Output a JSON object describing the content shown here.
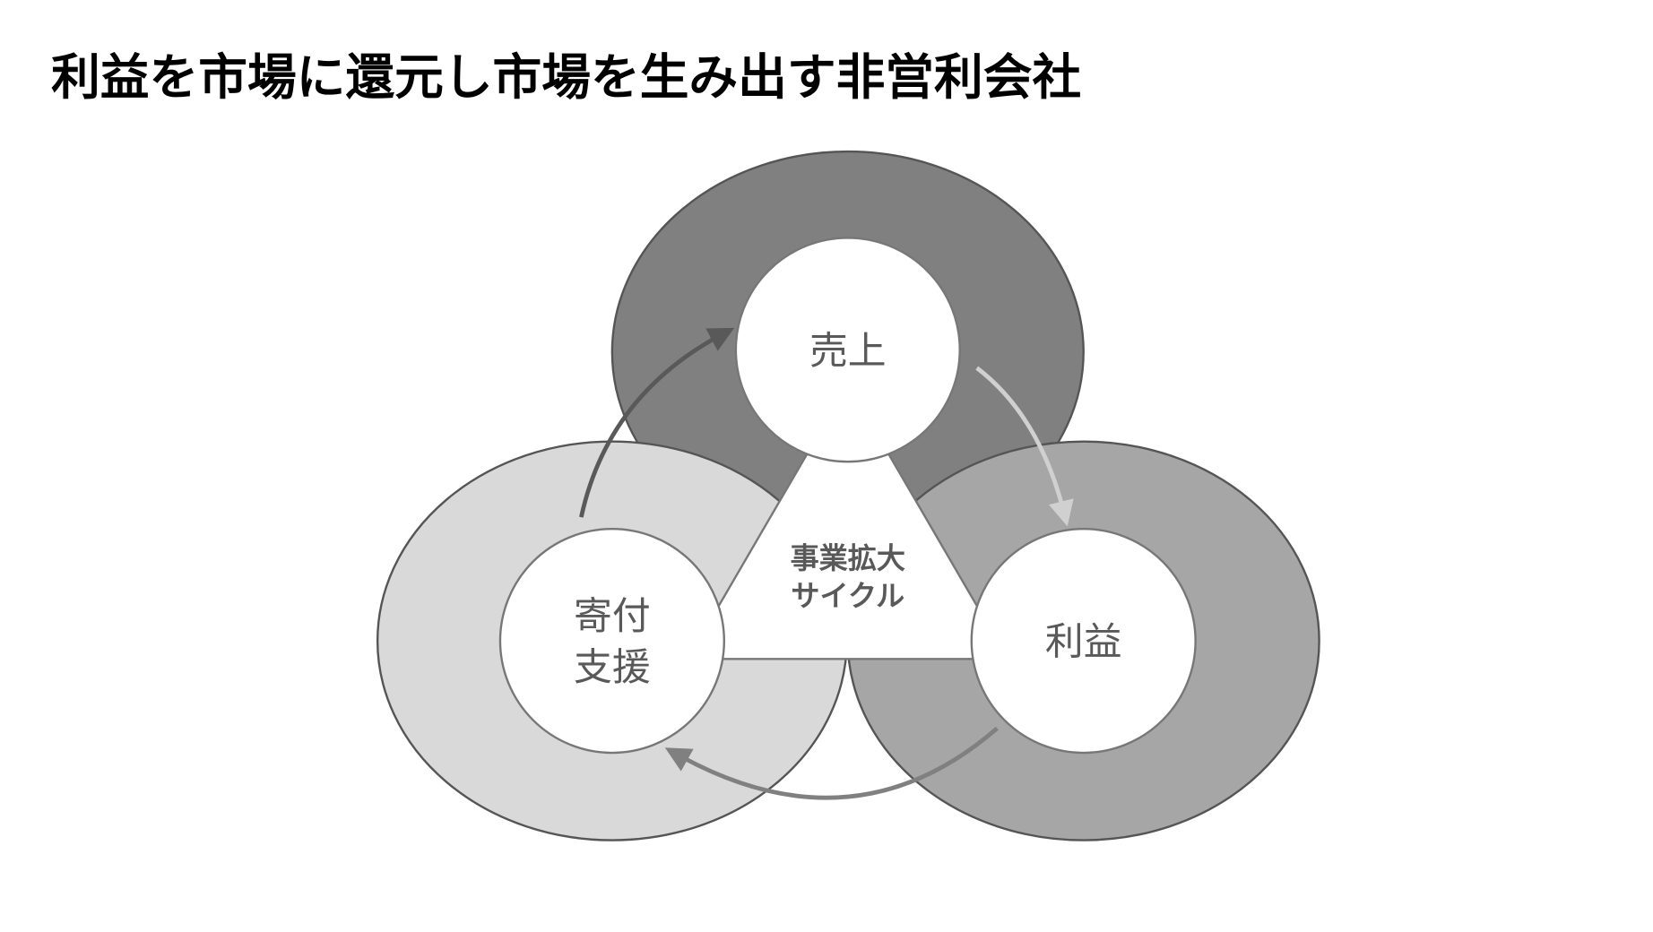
{
  "title": "利益を市場に還元し市場を生み出す非営利会社",
  "diagram": {
    "nodes": [
      {
        "label": "売上",
        "color": "#808080"
      },
      {
        "label": "利益",
        "color": "#a6a6a6"
      },
      {
        "label_line1": "寄付",
        "label_line2": "支援",
        "color": "#d9d9d9"
      }
    ],
    "center_line1": "事業拡大",
    "center_line2": "サイクル"
  }
}
